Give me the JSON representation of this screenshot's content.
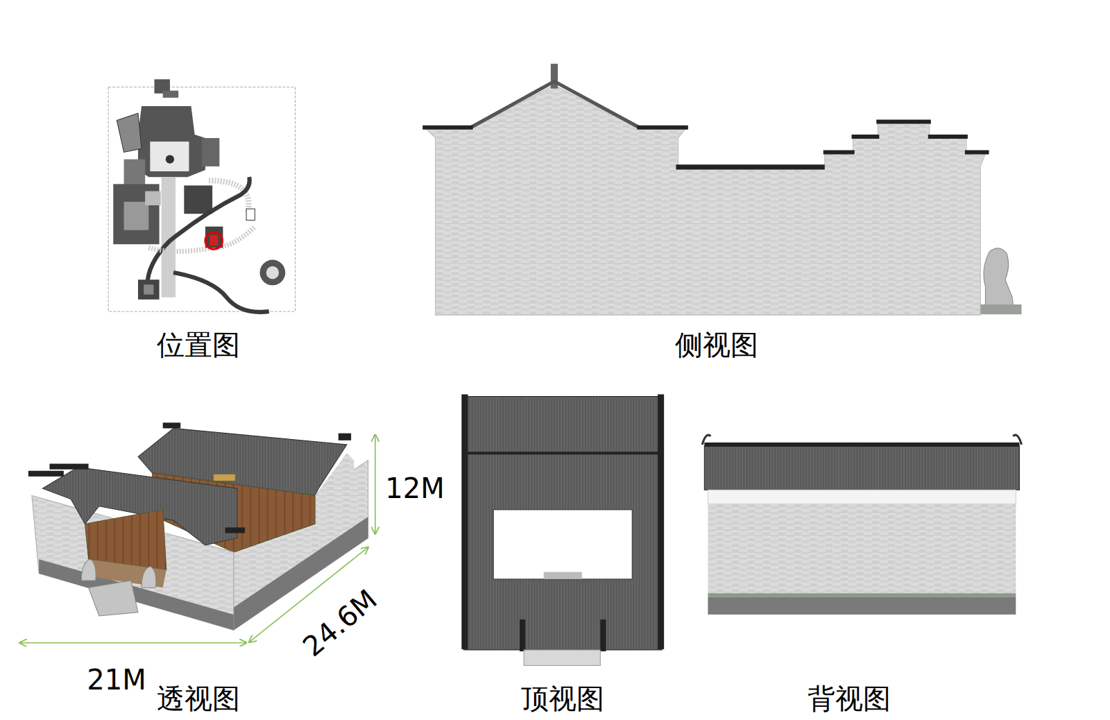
{
  "diagram": {
    "labels": [
      "位置图",
      "侧视图",
      "12M",
      "24.6M",
      "21M",
      "透视图",
      "顶视图",
      "背视图"
    ]
  }
}
